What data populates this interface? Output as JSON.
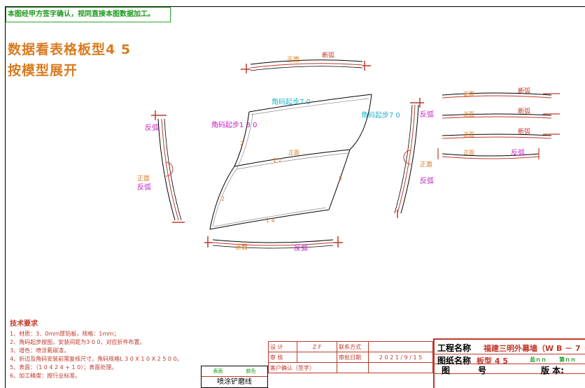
{
  "notice": "本图经甲方签字确认，视同直接本图数据加工。",
  "title_line1": "数据看表格板型4 5",
  "title_line2": "按模型展开",
  "panel": {
    "corner_top_left": "角码起步1 3 0",
    "corner_top": "角码起步7 0",
    "corner_right": "角码起步7 0",
    "center_label": "正面",
    "dims": [
      "2",
      "1 2",
      "1 4",
      "5",
      "2"
    ]
  },
  "labels": {
    "zheng_mian": "正面",
    "fan_hu": "反弧",
    "duan_hu": "断弧",
    "fan_hu_alt": "反弧"
  },
  "tech": {
    "heading": "技术要求",
    "items": [
      "1、材质：3．0ｍｍ厚铝板，规格：1ｍｍ；",
      "2、角码起步按图，安装间距为3 0 0，对应折件布置。",
      "3、增色：喷涂氟碳漆。",
      "4、折边及角码安装前需复核尺寸，角码规格L 3 0 X 1 0 X 2  5 0 0。",
      "5、表面：（1 0 4 2 4 + 1 0）；表面处理。",
      "6、加工精度：按行业标准。"
    ]
  },
  "review_table": {
    "r1": [
      "设 计",
      "Z F",
      "联系方式",
      ""
    ],
    "r2": [
      "审 核",
      "",
      "审批日期",
      "2 0 2 1 / 9 / 1 5"
    ],
    "r3": [
      "客户确认（签字）",
      "",
      "",
      ""
    ]
  },
  "stamp": {
    "col1": "表面",
    "col2": "颜色",
    "name": "喷涂铲磨线"
  },
  "project": {
    "project_label": "工程名称",
    "project_value": "福建三明外幕墙（W B － 7",
    "drawing_label": "图纸名称",
    "drawing_value": "板型 4 5",
    "small1": "总ｎｎ",
    "small2": "第ｎｎ",
    "figure_label": "图",
    "figure_no": "号",
    "version_label": "版 本:"
  }
}
